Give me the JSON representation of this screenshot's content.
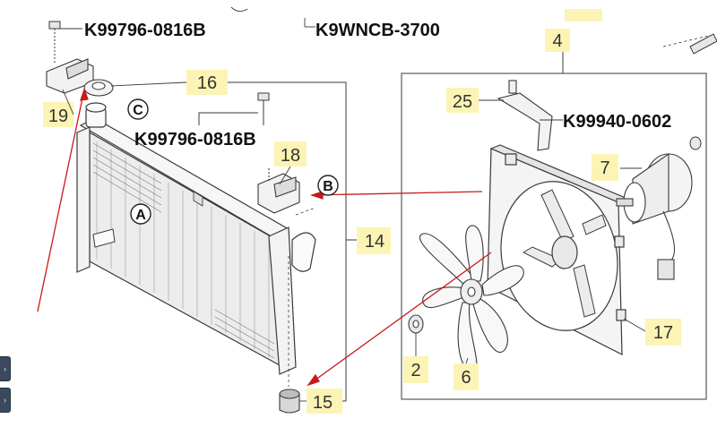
{
  "diagram": {
    "accent_arrow_color": "#c81a1a",
    "callout_highlight_color": "#fbf4b4",
    "line_color": "#3a3a3a",
    "part_numbers": {
      "top_bolt": "K99796-0816B",
      "top_center": "K9WNCB-3700",
      "mid_bolt": "K99796-0816B",
      "fan_bracket_bolt": "K99940-0602"
    },
    "callouts": {
      "c2": "2",
      "c4": "4",
      "c6": "6",
      "c7": "7",
      "c14": "14",
      "c15": "15",
      "c16": "16",
      "c17": "17",
      "c18": "18",
      "c19": "19",
      "c25": "25"
    },
    "view_markers": {
      "a": "A",
      "b": "B",
      "c": "C"
    }
  },
  "side_controls": {
    "icons": [
      "chevron-right-icon",
      "chevron-right-icon"
    ],
    "glyph": "›"
  }
}
